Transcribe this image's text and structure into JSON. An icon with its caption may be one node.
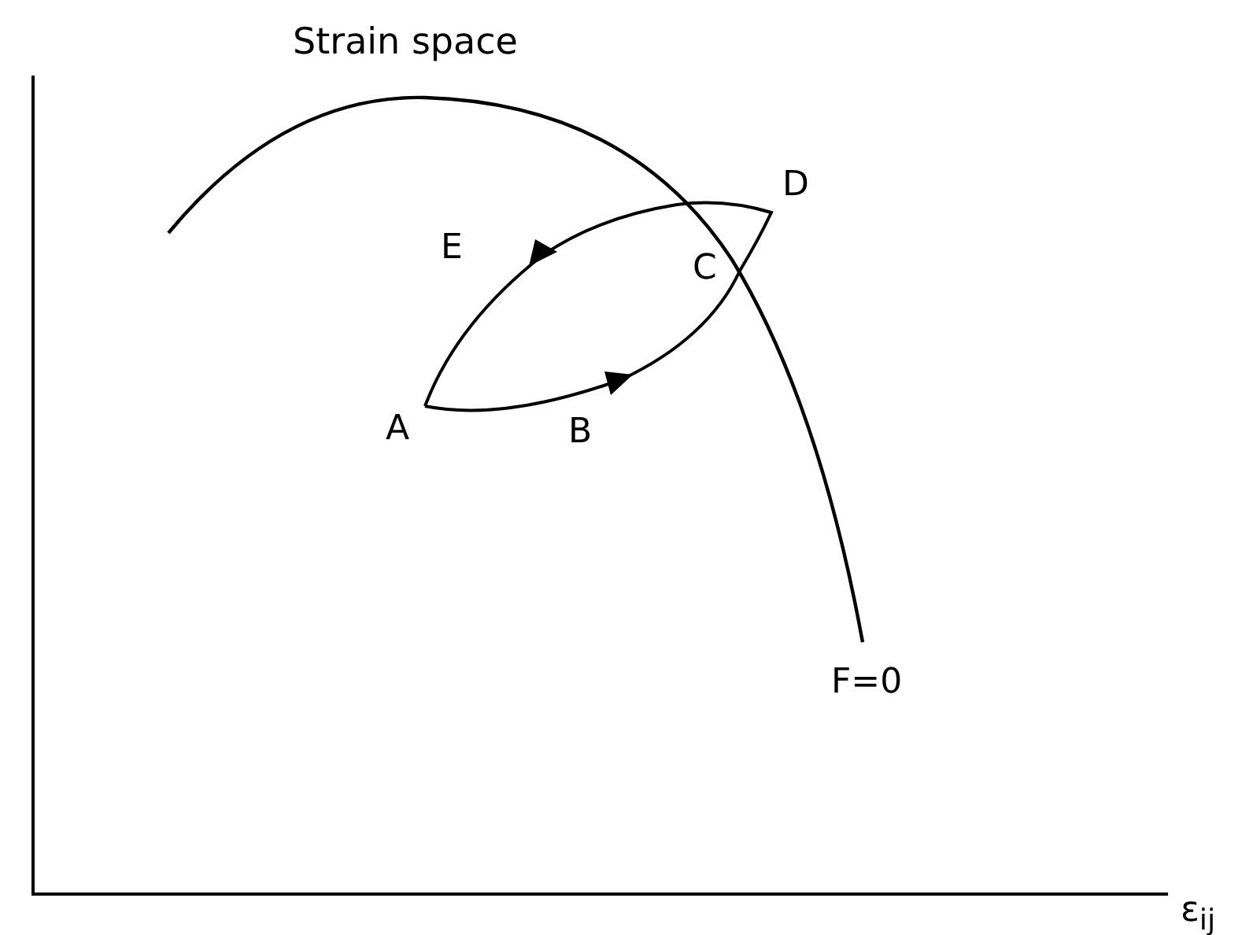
{
  "diagram": {
    "title": "Strain space",
    "labels": [
      "D",
      "E",
      "C",
      "A",
      "B",
      "F=0",
      "ε$_{ij}$"
    ]
  }
}
